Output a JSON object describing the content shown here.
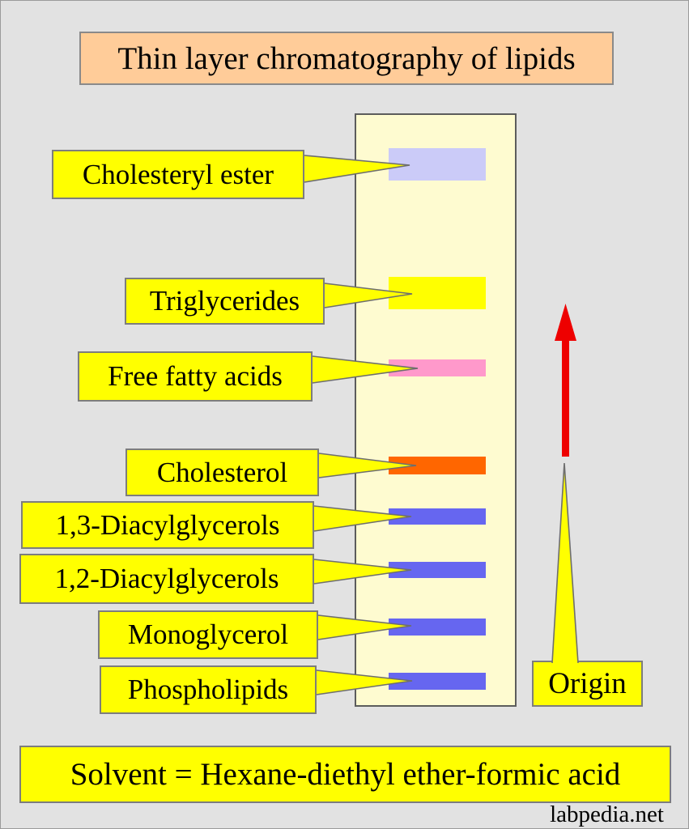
{
  "title": "Thin layer chromatography of lipids",
  "plate": {
    "color": "#fefbd0"
  },
  "compounds": [
    {
      "label": "Cholesteryl ester",
      "band_color": "#cbcbf8"
    },
    {
      "label": "Triglycerides",
      "band_color": "#ffff00"
    },
    {
      "label": "Free fatty acids",
      "band_color": "#ff99cb"
    },
    {
      "label": "Cholesterol",
      "band_color": "#ff6600"
    },
    {
      "label": "1,3-Diacylglycerols",
      "band_color": "#6666f0"
    },
    {
      "label": "1,2-Diacylglycerols",
      "band_color": "#6666f0"
    },
    {
      "label": "Monoglycerol",
      "band_color": "#6666f0"
    },
    {
      "label": "Phospholipids",
      "band_color": "#6666f0"
    }
  ],
  "origin": {
    "label": "Origin"
  },
  "solvent_note": "Solvent = Hexane-diethyl ether-formic acid",
  "watermark": "labpedia.net",
  "colors": {
    "background": "#e2e2e2",
    "title_box": "#ffcc99",
    "callout_box": "#ffff00",
    "plate": "#fefbd0",
    "arrow": "#ee0000"
  }
}
